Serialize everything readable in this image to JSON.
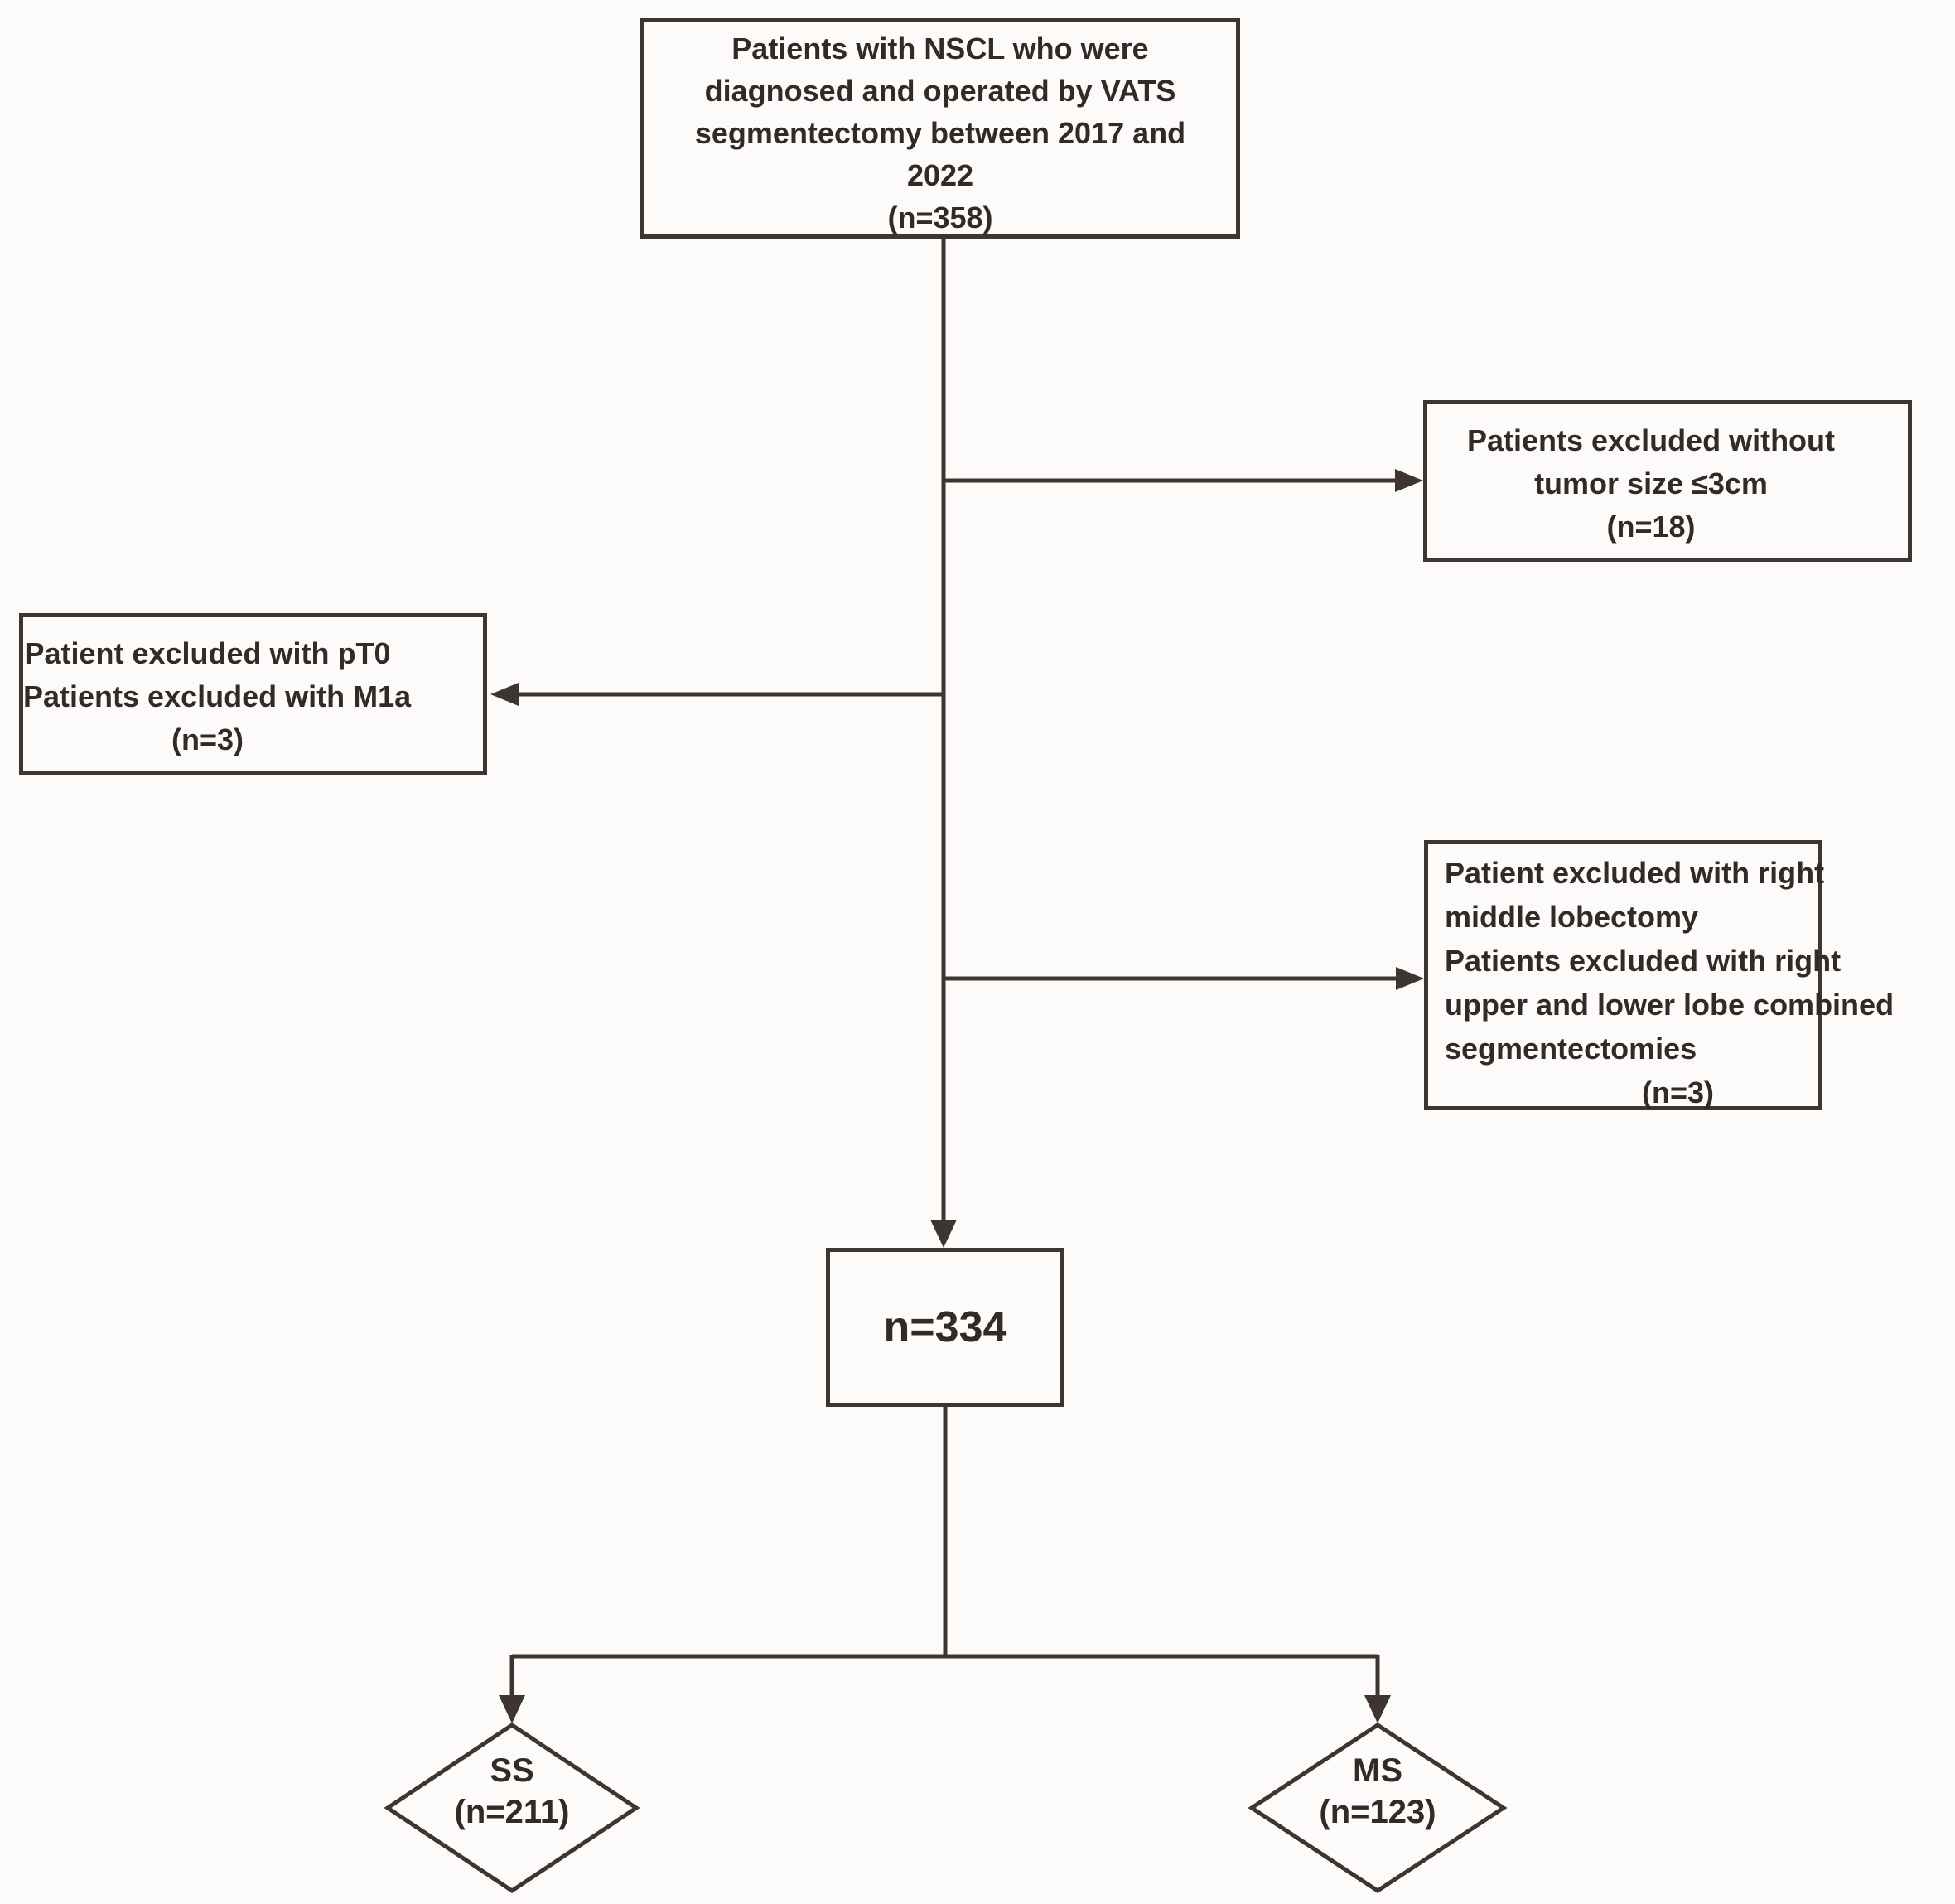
{
  "colors": {
    "background": "#fcfbf9",
    "stroke": "#3e3432",
    "text": "#332927"
  },
  "flowchart": {
    "enrollment": {
      "lines": [
        "Patients with NSCL who were",
        "diagnosed and operated by VATS",
        "segmentectomy between 2017 and",
        "2022",
        "(n=358)"
      ]
    },
    "excluded_tumor": {
      "lines": [
        "Patients excluded without",
        "tumor size ≤3cm",
        "(n=18)"
      ]
    },
    "excluded_pt0_m1a": {
      "lines": [
        "Patient excluded with pT0",
        "Patients excluded with M1a",
        "(n=3)"
      ]
    },
    "excluded_lobectomy": {
      "lines": [
        "Patient excluded with right",
        "middle lobectomy",
        "Patients excluded with right",
        "upper and lower lobe combined",
        "segmentectomies"
      ],
      "count_line": "(n=3)"
    },
    "included": {
      "label": "n=334"
    },
    "ss_group": {
      "name": "SS",
      "count": "(n=211)"
    },
    "ms_group": {
      "name": "MS",
      "count": "(n=123)"
    }
  }
}
